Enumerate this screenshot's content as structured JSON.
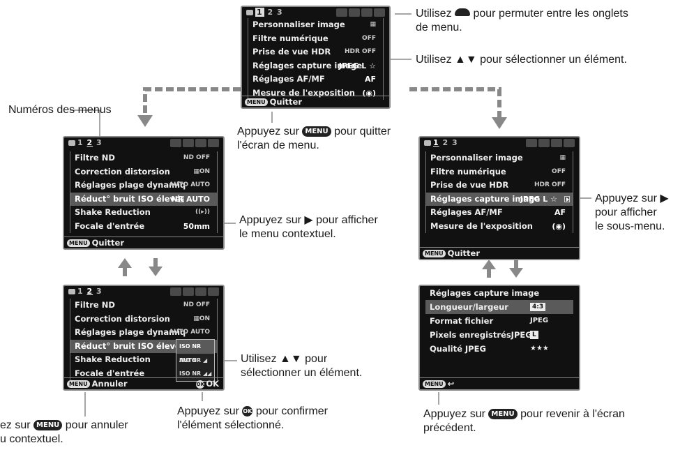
{
  "top_screen": {
    "tabs": [
      "1",
      "2",
      "3"
    ],
    "items": [
      {
        "label": "Personnaliser image",
        "value": "▦"
      },
      {
        "label": "Filtre numérique",
        "value": "OFF"
      },
      {
        "label": "Prise de vue HDR",
        "value": "HDR OFF"
      },
      {
        "label": "Réglages capture image",
        "value": "JPEG L ☆"
      },
      {
        "label": "Réglages AF/MF",
        "value": "AF"
      },
      {
        "label": "Mesure de l'exposition",
        "value": "(◉)"
      }
    ],
    "footer_key": "MENU",
    "footer_label": "Quitter"
  },
  "left_screen": {
    "tabs": [
      "1",
      "2",
      "3"
    ],
    "items": [
      {
        "label": "Filtre ND",
        "value": "ND OFF"
      },
      {
        "label": "Correction distorsion",
        "value": "▦ON"
      },
      {
        "label": "Réglages plage dynamiq",
        "value": "AUTO AUTO"
      },
      {
        "label": "Réduct° bruit ISO élevé",
        "value": "NR AUTO"
      },
      {
        "label": "Shake Reduction",
        "value": "((▸))"
      },
      {
        "label": "Focale d'entrée",
        "value": "50mm"
      }
    ],
    "footer_key": "MENU",
    "footer_label": "Quitter"
  },
  "bottom_left_screen": {
    "tabs": [
      "1",
      "2",
      "3"
    ],
    "items": [
      {
        "label": "Filtre ND",
        "value": "ND OFF"
      },
      {
        "label": "Correction distorsion",
        "value": "▦ON"
      },
      {
        "label": "Réglages plage dynamiq",
        "value": "AUTO AUTO"
      },
      {
        "label": "Réduct° bruit ISO élevé",
        "value": ""
      },
      {
        "label": "Shake Reduction",
        "value": ""
      },
      {
        "label": "Focale d'entrée",
        "value": ""
      }
    ],
    "popup_options": [
      "ISO NR AUTO",
      "ISO NR ◢",
      "ISO NR ◢◢"
    ],
    "footer_key": "MENU",
    "footer_label": "Annuler",
    "ok_key": "OK",
    "ok_label": "OK"
  },
  "right_screen": {
    "tabs": [
      "1",
      "2",
      "3"
    ],
    "items": [
      {
        "label": "Personnaliser image",
        "value": "▦"
      },
      {
        "label": "Filtre numérique",
        "value": "OFF"
      },
      {
        "label": "Prise de vue HDR",
        "value": "HDR OFF"
      },
      {
        "label": "Réglages capture image",
        "value": "JPEG L ☆"
      },
      {
        "label": "Réglages AF/MF",
        "value": "AF"
      },
      {
        "label": "Mesure de l'exposition",
        "value": "(◉)"
      }
    ],
    "footer_key": "MENU",
    "footer_label": "Quitter"
  },
  "bottom_right_screen": {
    "title": "Réglages capture image",
    "items": [
      {
        "label": "Longueur/largeur",
        "value": "4:3"
      },
      {
        "label": "Format fichier",
        "value": "JPEG"
      },
      {
        "label": "Pixels enregistrésJPEG",
        "value": "L"
      },
      {
        "label": "Qualité JPEG",
        "value": "★★★"
      }
    ],
    "footer_key": "MENU",
    "footer_label": "↩"
  },
  "notes": {
    "tabs_a": "Utilisez",
    "tabs_b": "pour permuter entre les onglets",
    "tabs_c": "de menu.",
    "select_top": "Utilisez ▲▼ pour sélectionner un élément.",
    "menu_numbers": "Numéros des menus",
    "quit_a": "Appuyez sur",
    "quit_key": "MENU",
    "quit_b": "pour quitter",
    "quit_c": "l'écran de menu.",
    "context_a": "Appuyez sur ▶ pour afficher",
    "context_b": "le menu contextuel.",
    "submenu_a": "Appuyez sur ▶",
    "submenu_b": "pour afficher",
    "submenu_c": "le sous-menu.",
    "select_bl_a": "Utilisez ▲▼ pour",
    "select_bl_b": "sélectionner un élément.",
    "confirm_a": "Appuyez sur",
    "confirm_key": "OK",
    "confirm_b": "pour confirmer",
    "confirm_c": "l'élément sélectionné.",
    "cancel_a": "ez sur",
    "cancel_key": "MENU",
    "cancel_b": "pour annuler",
    "cancel_c": "u contextuel.",
    "back_a": "Appuyez sur",
    "back_key": "MENU",
    "back_b": "pour revenir à l'écran",
    "back_c": "précédent."
  },
  "colors": {
    "connector": "#888888",
    "screen_bg": "#111111",
    "highlight": "#5a5a5a"
  }
}
